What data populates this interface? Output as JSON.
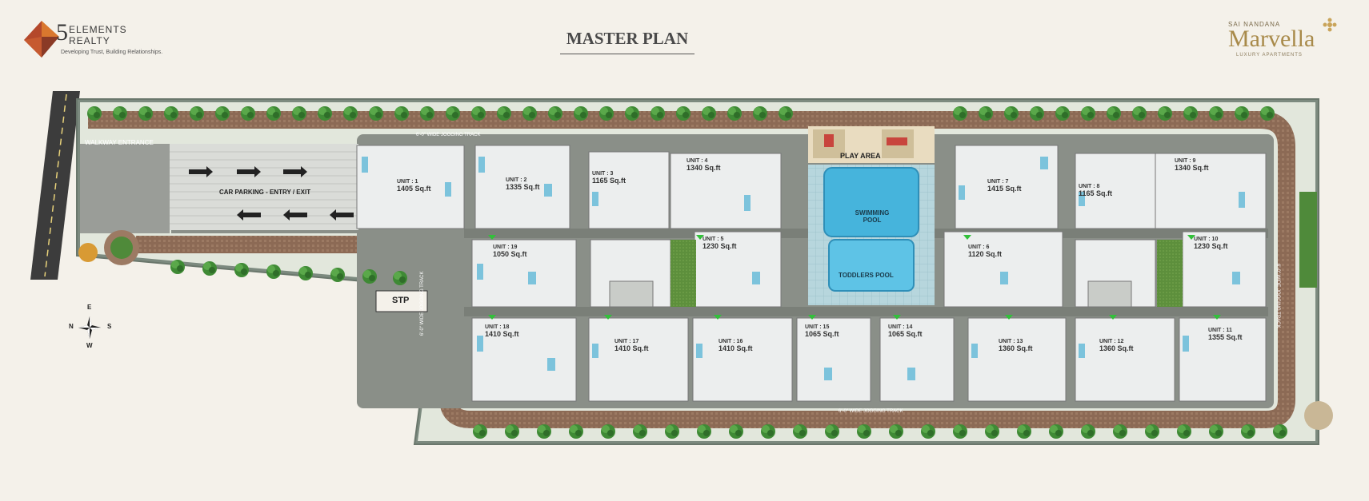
{
  "header": {
    "brand_line1": "ELEMENTS",
    "brand_line2": "REALTY",
    "brand_number": "5",
    "brand_tagline": "Developing Trust, Building Relationships.",
    "title": "MASTER PLAN",
    "project_prefix": "SAI NANDANA",
    "project_name": "Marvella",
    "project_suffix": "LUXURY APARTMENTS"
  },
  "site": {
    "walkway_entrance": "WALKWAY ENTRANCE",
    "jogging_track_top": "6'-0\" WIDE JOGGING TRACK",
    "jogging_track_bottom": "6'-0\" WIDE JOGGING TRACK",
    "jogging_track_left": "6'-0\" WIDE JOGGING TRACK",
    "jogging_track_right": "6'-0\" WIDE JOGGING TRACK",
    "car_parking": "CAR PARKING - ENTRY / EXIT",
    "play_area": "PLAY AREA",
    "swimming_pool": "SWIMMING POOL",
    "toddlers_pool": "TODDLERS POOL",
    "stp": "STP",
    "compass": {
      "n": "N",
      "e": "E",
      "s": "S",
      "w": "W"
    }
  },
  "units_top": [
    {
      "label": "UNIT : 1",
      "area": "1405 Sq.ft"
    },
    {
      "label": "UNIT : 2",
      "area": "1335 Sq.ft"
    },
    {
      "label": "UNIT : 3",
      "area": "1165 Sq.ft"
    },
    {
      "label": "UNIT : 4",
      "area": "1340 Sq.ft"
    },
    {
      "label": "UNIT : 7",
      "area": "1415 Sq.ft"
    },
    {
      "label": "UNIT : 8",
      "area": "1165 Sq.ft"
    },
    {
      "label": "UNIT : 9",
      "area": "1340 Sq.ft"
    }
  ],
  "units_mid": [
    {
      "label": "UNIT : 19",
      "area": "1050 Sq.ft"
    },
    {
      "label": "UNIT : 5",
      "area": "1230 Sq.ft"
    },
    {
      "label": "UNIT : 6",
      "area": "1120 Sq.ft"
    },
    {
      "label": "UNIT : 10",
      "area": "1230 Sq.ft"
    }
  ],
  "units_bottom": [
    {
      "label": "UNIT : 18",
      "area": "1410 Sq.ft"
    },
    {
      "label": "UNIT : 17",
      "area": "1410 Sq.ft"
    },
    {
      "label": "UNIT : 16",
      "area": "1410 Sq.ft"
    },
    {
      "label": "UNIT : 15",
      "area": "1065 Sq.ft"
    },
    {
      "label": "UNIT : 14",
      "area": "1065 Sq.ft"
    },
    {
      "label": "UNIT : 13",
      "area": "1360 Sq.ft"
    },
    {
      "label": "UNIT : 12",
      "area": "1360 Sq.ft"
    },
    {
      "label": "UNIT : 11",
      "area": "1355 Sq.ft"
    }
  ]
}
